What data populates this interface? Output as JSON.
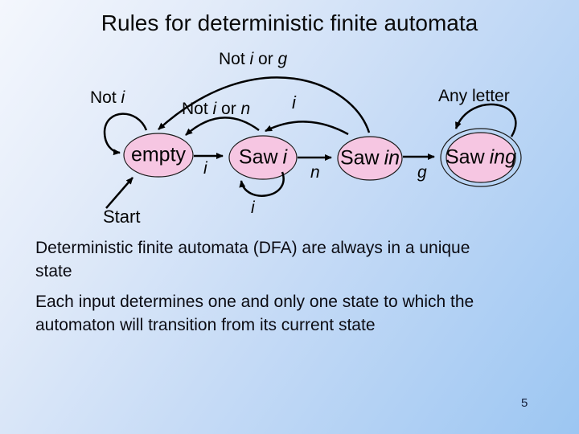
{
  "slide": {
    "title": "Rules for deterministic finite automata",
    "page_number": "5"
  },
  "colors": {
    "background_top_left": "#f4f7fd",
    "background_bottom_right": "#9cc6f2",
    "state_fill": "#f6c6e2",
    "stroke": "#000000"
  },
  "diagram": {
    "states": {
      "empty": {
        "label": "empty"
      },
      "saw_i": {
        "prefix": "Saw",
        "suffix": "i"
      },
      "saw_in": {
        "prefix": "Saw",
        "suffix": "in"
      },
      "saw_ing": {
        "prefix": "Saw",
        "suffix": "ing"
      }
    },
    "labels": {
      "not_i_or_g": {
        "p1": "Not ",
        "i1": "i",
        "p2": " or ",
        "i2": "g"
      },
      "not_i": {
        "p1": "Not ",
        "i1": "i"
      },
      "not_i_or_n": {
        "p1": "Not ",
        "i1": "i",
        "p2": " or ",
        "i2": "n"
      },
      "any_letter": "Any letter",
      "arc_sawin_to_sawi": "i",
      "empty_to_saw_i": "i",
      "saw_i_to_saw_in": "n",
      "saw_in_to_saw_ing": "g",
      "saw_i_self_loop": "i",
      "start": "Start"
    }
  },
  "body": {
    "p1_line1": "Deterministic finite automata (DFA) are always in a unique",
    "p1_line2": "state",
    "p2_line1": "Each input determines one and only one state to which the",
    "p2_line2": "automaton will transition from its current state"
  }
}
